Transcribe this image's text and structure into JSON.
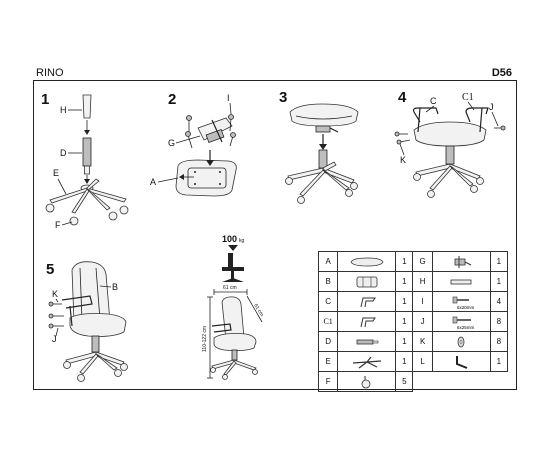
{
  "header": {
    "model": "RINO",
    "code": "D56"
  },
  "steps": [
    "1",
    "2",
    "3",
    "4",
    "5"
  ],
  "callouts": {
    "step1": [
      "H",
      "D",
      "E",
      "F"
    ],
    "step2": [
      "I",
      "G",
      "A"
    ],
    "step4": [
      "C",
      "C1",
      "J",
      "K"
    ],
    "step5": [
      "K",
      "B",
      "J"
    ]
  },
  "load": {
    "value": "100",
    "unit": "kg"
  },
  "dimensions": {
    "width": "61 cm",
    "depth": "61 cm",
    "height": "110-122 cm"
  },
  "parts": [
    {
      "code": "A",
      "icon": "seat-icon",
      "qty": "1"
    },
    {
      "code": "B",
      "icon": "backrest-icon",
      "qty": "1"
    },
    {
      "code": "C",
      "icon": "armrest-icon",
      "qty": "1"
    },
    {
      "code": "C1",
      "icon": "armrest-icon",
      "qty": "1"
    },
    {
      "code": "D",
      "icon": "gas-lift-icon",
      "qty": "1"
    },
    {
      "code": "E",
      "icon": "star-base-icon",
      "qty": "1"
    },
    {
      "code": "F",
      "icon": "caster-icon",
      "qty": "5"
    },
    {
      "code": "G",
      "icon": "mechanism-icon",
      "qty": "1"
    },
    {
      "code": "H",
      "icon": "gas-lift-cover-icon",
      "qty": "1"
    },
    {
      "code": "I",
      "icon": "bolt-icon",
      "qty": "4",
      "note": "6x20mm"
    },
    {
      "code": "J",
      "icon": "bolt-icon",
      "qty": "8",
      "note": "6x25mm"
    },
    {
      "code": "K",
      "icon": "washer-icon",
      "qty": "8"
    },
    {
      "code": "L",
      "icon": "allen-key-icon",
      "qty": "1"
    }
  ]
}
